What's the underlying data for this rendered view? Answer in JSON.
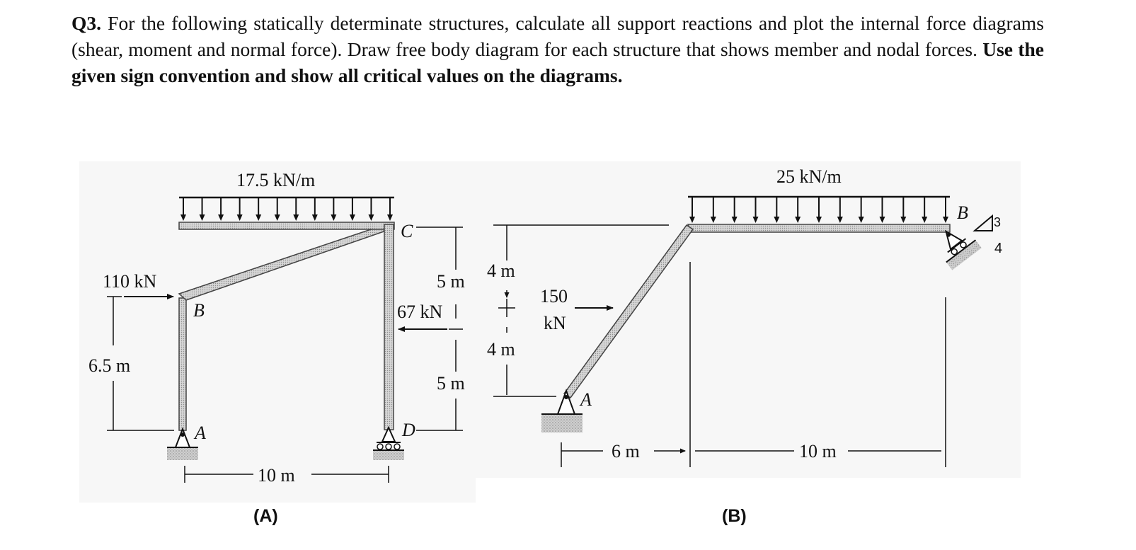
{
  "question": {
    "number": "Q3.",
    "text": " For the following statically determinate structures, calculate all support reactions and plot the internal force diagrams (shear, moment and normal force). Draw free body diagram for each structure that shows member and nodal forces. ",
    "emphasis": "Use the given sign convention and show all critical values on the diagrams."
  },
  "structure_a": {
    "caption": "(A)",
    "udl": "17.5 kN/m",
    "point_load_left": "110 kN",
    "point_load_right": "67 kN",
    "height_left": "6.5 m",
    "dim_upper_right": "5 m",
    "dim_lower_right": "5 m",
    "span": "10 m",
    "nodes": {
      "a": "A",
      "b": "B",
      "c": "C",
      "d": "D"
    }
  },
  "structure_b": {
    "caption": "(B)",
    "udl": "25 kN/m",
    "point_load": {
      "line1": "150",
      "line2": "kN"
    },
    "dim_upper": "4 m",
    "dim_lower": "4 m",
    "span_left": "6 m",
    "span_right": "10 m",
    "slope_ratio": "4",
    "slope_ratio_partial": "3",
    "nodes": {
      "a": "A",
      "b": "B"
    }
  }
}
